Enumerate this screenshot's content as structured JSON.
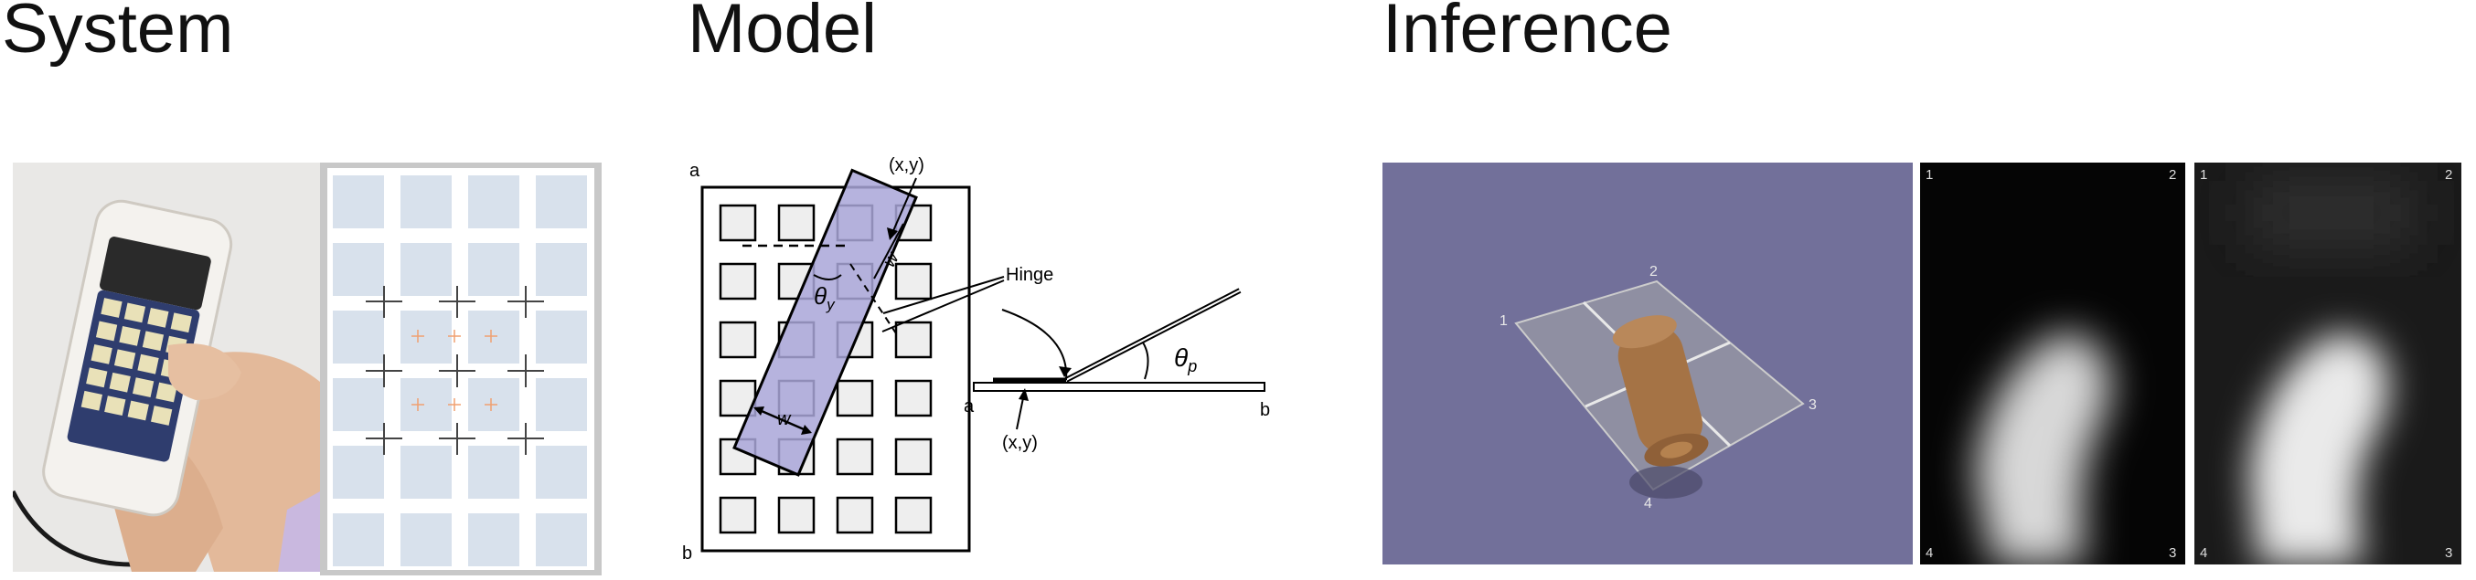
{
  "headings": {
    "system": "System",
    "model": "Model",
    "inference": "Inference"
  },
  "model_diagram": {
    "label_a": "a",
    "label_b": "b",
    "label_xy": "(x,y)",
    "label_hinge": "Hinge",
    "label_w": "w",
    "label_theta_y": "θ",
    "label_theta_y_sub": "y",
    "side_label_a": "a",
    "side_label_b": "b",
    "side_label_xy": "(x,y)",
    "side_label_theta_p": "θ",
    "side_label_theta_p_sub": "p"
  },
  "inference": {
    "corner_labels": [
      "1",
      "2",
      "3",
      "4"
    ]
  },
  "colors": {
    "rendering_bg": "#72709a",
    "finger": "#a57345",
    "strip_fill": "#a9a6d8",
    "grid_cell": "#d8e1ec"
  }
}
